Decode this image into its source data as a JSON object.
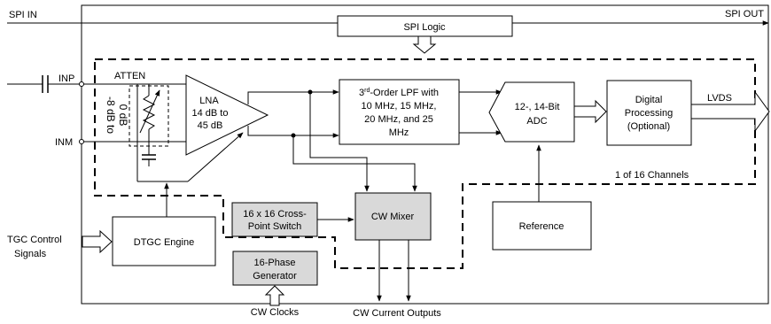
{
  "signals": {
    "spi_in": "SPI IN",
    "spi_out": "SPI OUT",
    "inp": "INP",
    "inm": "INM",
    "tgc_control_line1": "TGC Control",
    "tgc_control_line2": "Signals",
    "cw_clocks": "CW Clocks",
    "cw_current_outputs": "CW Current Outputs",
    "lvds": "LVDS"
  },
  "blocks": {
    "spi_logic": "SPI Logic",
    "atten": "ATTEN",
    "atten_range_line1": "-8 dB to",
    "atten_range_line2": "0 dB",
    "lna_line1": "LNA",
    "lna_line2": "14 dB to",
    "lna_line3": "45 dB",
    "lpf_line1_prefix": "3",
    "lpf_line1_sup": "rd",
    "lpf_line1_suffix": "-Order LPF with",
    "lpf_line2": "10 MHz, 15 MHz,",
    "lpf_line3": "20 MHz, and 25",
    "lpf_line4": "MHz",
    "adc_line1": "12-, 14-Bit",
    "adc_line2": "ADC",
    "digital_line1": "Digital",
    "digital_line2": "Processing",
    "digital_line3": "(Optional)",
    "channels_note": "1 of 16 Channels",
    "crosspoint_line1": "16 x 16 Cross-",
    "crosspoint_line2": "Point Switch",
    "cw_mixer": "CW Mixer",
    "reference": "Reference",
    "dtgc_engine": "DTGC Engine",
    "phase_gen_line1": "16-Phase",
    "phase_gen_line2": "Generator"
  },
  "colors": {
    "line": "#000000",
    "shaded_block": "#d9d9d9",
    "background": "#ffffff"
  }
}
